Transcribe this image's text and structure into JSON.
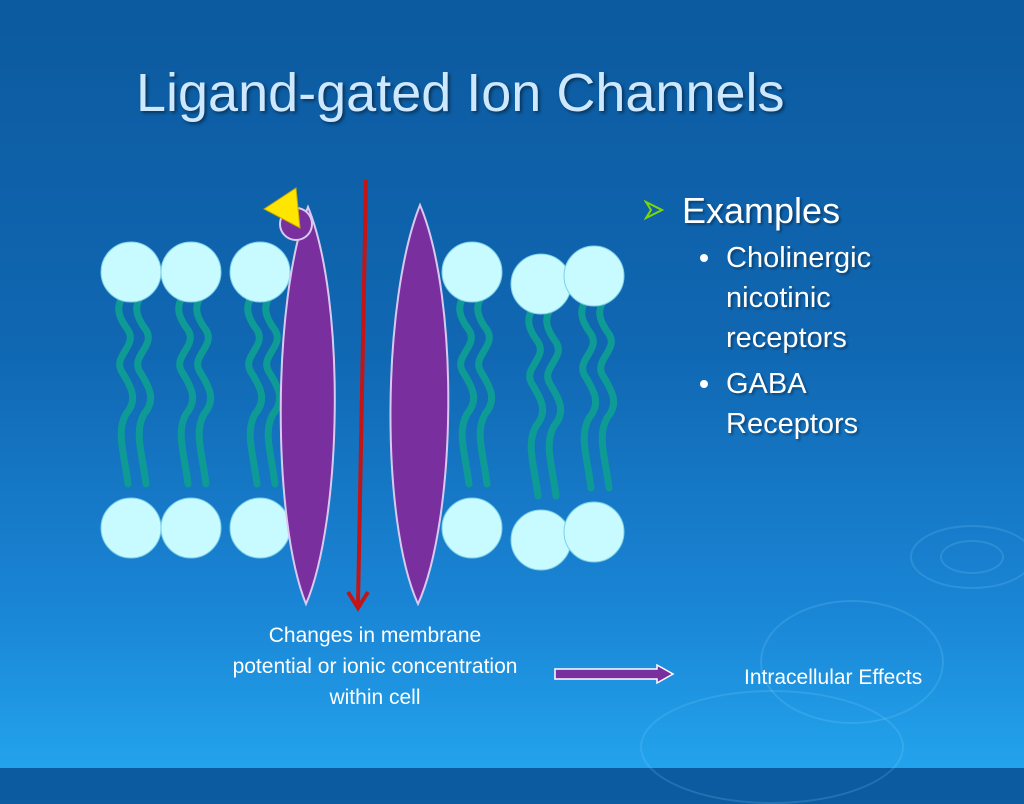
{
  "slide": {
    "title": "Ligand-gated Ion Channels",
    "bullets": {
      "heading": "Examples",
      "items": [
        "Cholinergic nicotinic receptors",
        "GABA Receptors"
      ]
    },
    "caption_left": "Changes in membrane potential or ionic concentration within cell",
    "caption_right": "Intracellular Effects"
  },
  "colors": {
    "background": "#1067b2",
    "title": "#cde8ff",
    "lipid_head": "#c7fbff",
    "lipid_tail": "#0e9b96",
    "channel_protein": "#7a2f9e",
    "ligand": "#ffe600",
    "ion_arrow": "#c41414",
    "bullet_arrow": "#7fd800"
  },
  "icons": {
    "bullet": "arrowhead-bullet-icon",
    "sub_bullet": "dot-bullet-icon"
  }
}
